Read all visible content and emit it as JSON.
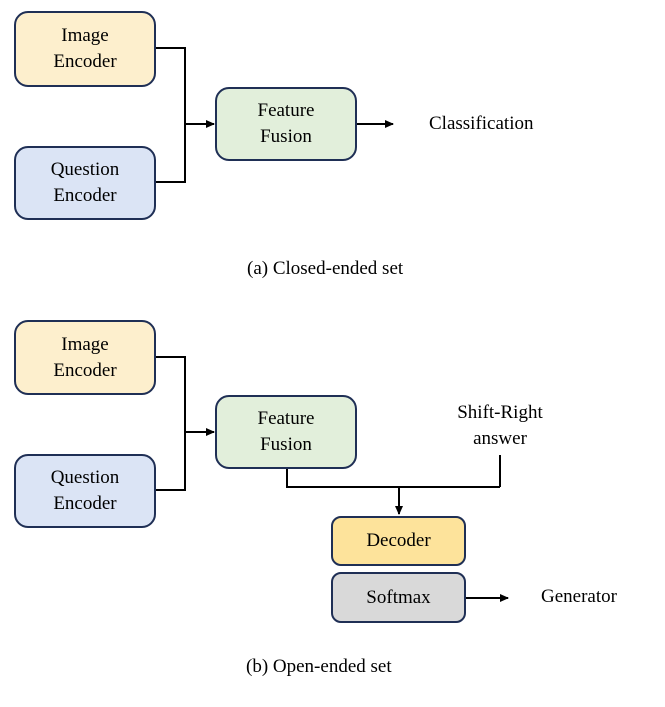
{
  "panel_a": {
    "image_encoder": "Image\nEncoder",
    "question_encoder": "Question\nEncoder",
    "feature_fusion": "Feature\nFusion",
    "output": "Classification",
    "caption": "(a) Closed-ended set"
  },
  "panel_b": {
    "image_encoder": "Image\nEncoder",
    "question_encoder": "Question\nEncoder",
    "feature_fusion": "Feature\nFusion",
    "shift_right": "Shift-Right\nanswer",
    "decoder": "Decoder",
    "softmax": "Softmax",
    "output": "Generator",
    "caption": "(b) Open-ended set"
  }
}
